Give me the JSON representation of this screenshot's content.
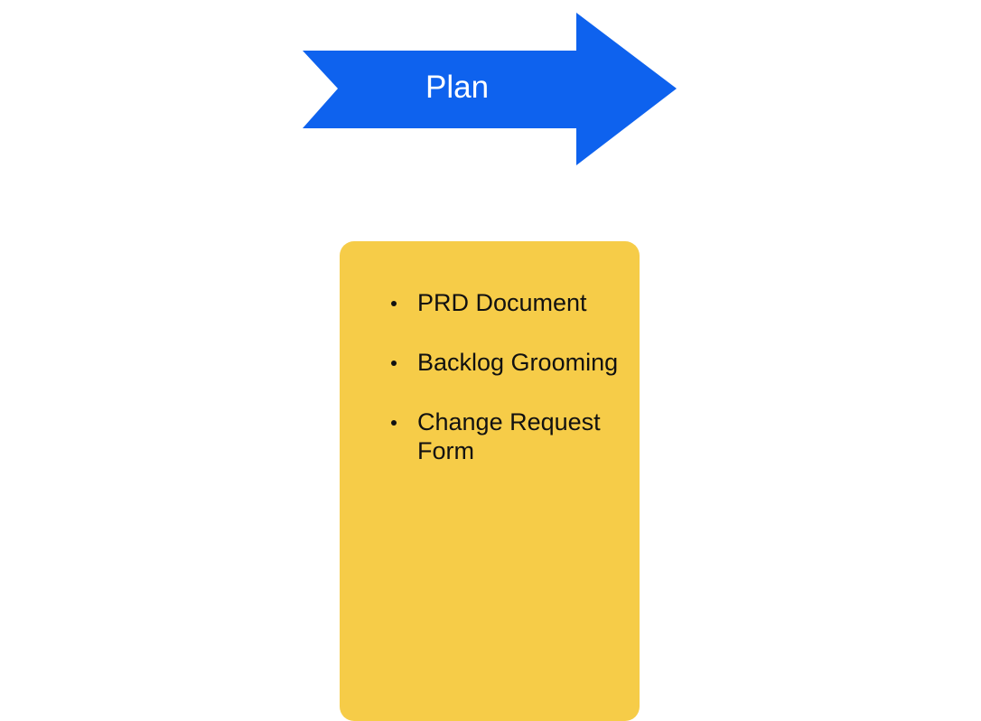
{
  "arrow": {
    "label": "Plan",
    "color": "#0e62ee"
  },
  "card": {
    "color": "#f6cc48",
    "items": [
      "PRD Document",
      "Backlog Grooming",
      "Change Request Form"
    ]
  }
}
